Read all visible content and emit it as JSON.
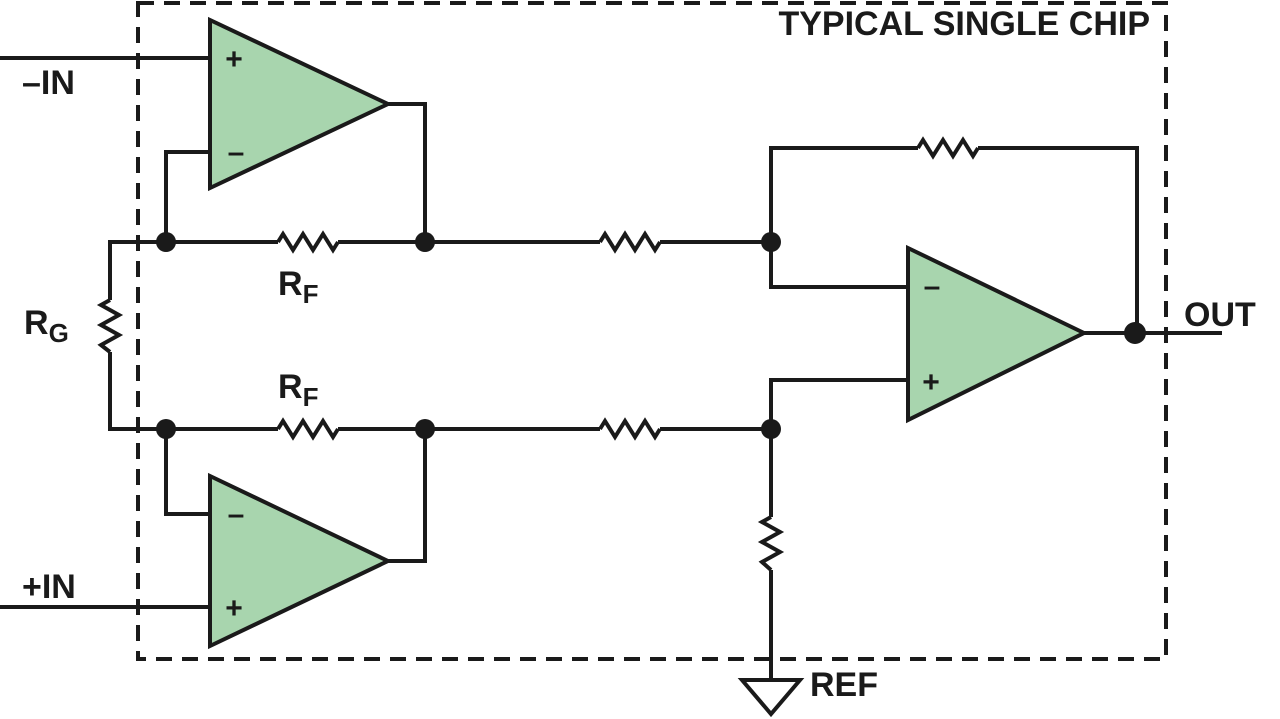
{
  "diagram": {
    "title": "TYPICAL SINGLE CHIP",
    "labels": {
      "neg_input": "–IN",
      "pos_input": "+IN",
      "output": "OUT",
      "reference": "REF",
      "rg_main": "R",
      "rg_sub": "G",
      "rf_top_main": "R",
      "rf_top_sub": "F",
      "rf_bottom_main": "R",
      "rf_bottom_sub": "F"
    },
    "opamps": [
      {
        "id": "input-buffer-top",
        "plus": "+",
        "minus": "–"
      },
      {
        "id": "input-buffer-bottom",
        "plus": "+",
        "minus": "–"
      },
      {
        "id": "difference-amp",
        "plus": "+",
        "minus": "–"
      }
    ],
    "colors": {
      "opamp_fill": "#a8d5ae",
      "line": "#1a1a1a",
      "background": "#ffffff"
    }
  }
}
